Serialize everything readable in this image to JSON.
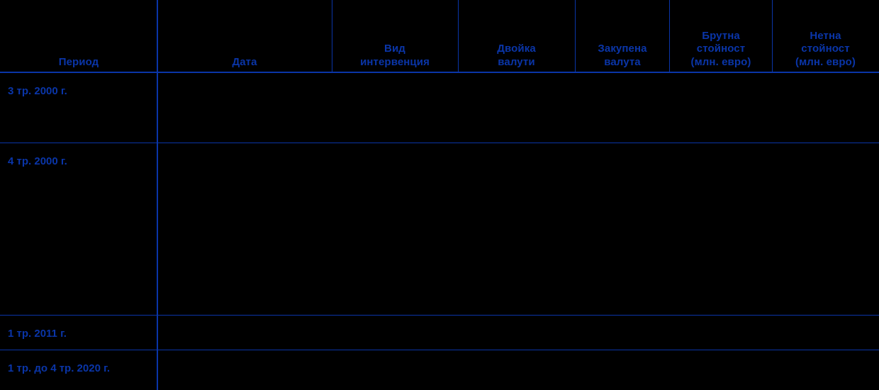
{
  "table": {
    "accent_color": "#0A35A8",
    "background_color": "#000000",
    "columns": [
      {
        "key": "period",
        "label": "Период"
      },
      {
        "key": "date",
        "label": "Дата"
      },
      {
        "key": "intervention",
        "label": "Вид\nинтервенция"
      },
      {
        "key": "currency_pair",
        "label": "Двойка\nвалути"
      },
      {
        "key": "bought",
        "label": "Закупена\nвалута"
      },
      {
        "key": "gross_value",
        "label": "Брутна\nстойност\n(млн. евро)"
      },
      {
        "key": "net_value",
        "label": "Нетна\nстойност\n(млн. евро)"
      }
    ],
    "rows": [
      {
        "period": "3 тр. 2000 г.",
        "date": "",
        "intervention": "",
        "currency_pair": "",
        "bought": "",
        "gross_value": "",
        "net_value": ""
      },
      {
        "period": "4 тр. 2000 г.",
        "date": "",
        "intervention": "",
        "currency_pair": "",
        "bought": "",
        "gross_value": "",
        "net_value": ""
      },
      {
        "period": "1 тр. 2011 г.",
        "date": "",
        "intervention": "",
        "currency_pair": "",
        "bought": "",
        "gross_value": "",
        "net_value": ""
      },
      {
        "period": "1 тр. до 4 тр. 2020 г.",
        "date": "",
        "intervention": "",
        "currency_pair": "",
        "bought": "",
        "gross_value": "",
        "net_value": ""
      }
    ]
  }
}
